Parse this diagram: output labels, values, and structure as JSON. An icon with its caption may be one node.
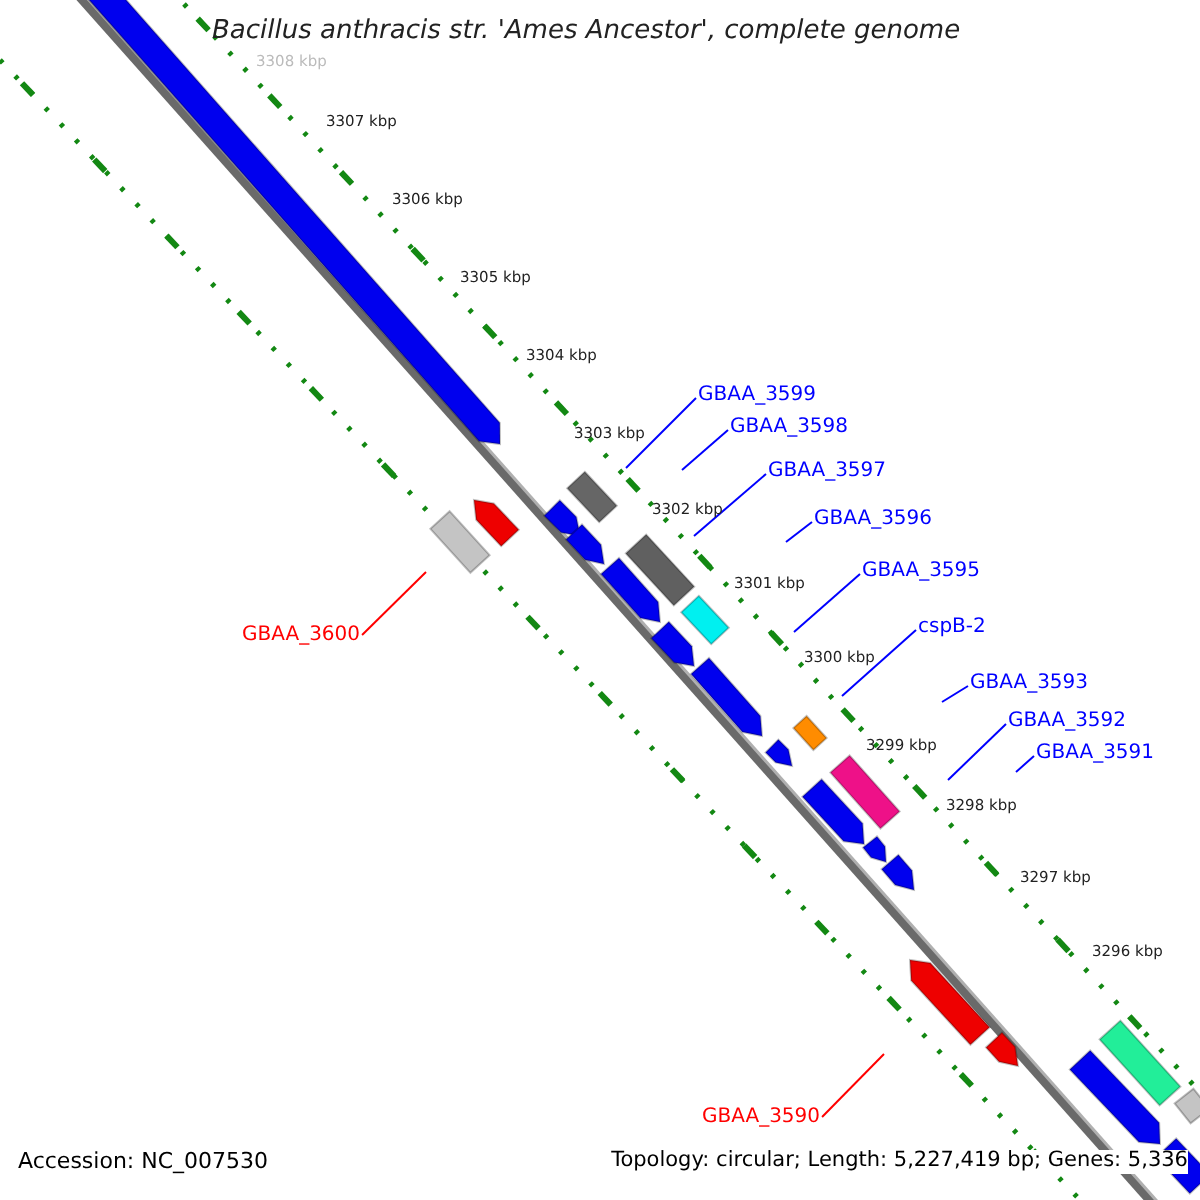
{
  "diagram": {
    "title": "Bacillus anthracis str. 'Ames Ancestor', complete genome",
    "nodes": [
      {
        "text": [
          "GBAA_3599"
        ]
      },
      {
        "text": [
          "GBAA_3598"
        ]
      },
      {
        "text": [
          "GBAA_3597"
        ]
      },
      {
        "text": [
          "GBAA_3596"
        ]
      },
      {
        "text": [
          "GBAA_3595"
        ]
      },
      {
        "text": [
          "cspB-2"
        ]
      },
      {
        "text": [
          "GBAA_3593"
        ]
      },
      {
        "text": [
          "GBAA_3592"
        ]
      },
      {
        "text": [
          "GBAA_3591"
        ]
      },
      {
        "text": [
          "GBAA_3600"
        ]
      },
      {
        "text": [
          "GBAA_3590"
        ]
      }
    ],
    "edges": [
      {
        "from": 0,
        "to": null,
        "arrow": "none"
      },
      {
        "from": 1,
        "to": null,
        "arrow": "none"
      },
      {
        "from": 2,
        "to": null,
        "arrow": "none"
      },
      {
        "from": 3,
        "to": null,
        "arrow": "none"
      },
      {
        "from": 4,
        "to": null,
        "arrow": "none"
      },
      {
        "from": 5,
        "to": null,
        "arrow": "none"
      },
      {
        "from": 6,
        "to": null,
        "arrow": "none"
      },
      {
        "from": 7,
        "to": null,
        "arrow": "none"
      },
      {
        "from": 8,
        "to": null,
        "arrow": "none"
      },
      {
        "from": 9,
        "to": null,
        "arrow": "none",
        "color": "#ff0000"
      },
      {
        "from": 10,
        "to": null,
        "arrow": "none",
        "color": "#ff0000"
      }
    ],
    "labels": [
      "3308 kbp",
      "3307 kbp",
      "3306 kbp",
      "3305 kbp",
      "3304 kbp",
      "3303 kbp",
      "3302 kbp",
      "3301 kbp",
      "3300 kbp",
      "3299 kbp",
      "3298 kbp",
      "3297 kbp",
      "3296 kbp",
      "Accession: NC_007530",
      "Topology: circular; Length: 5,227,419 bp; Genes: 5,336"
    ]
  }
}
